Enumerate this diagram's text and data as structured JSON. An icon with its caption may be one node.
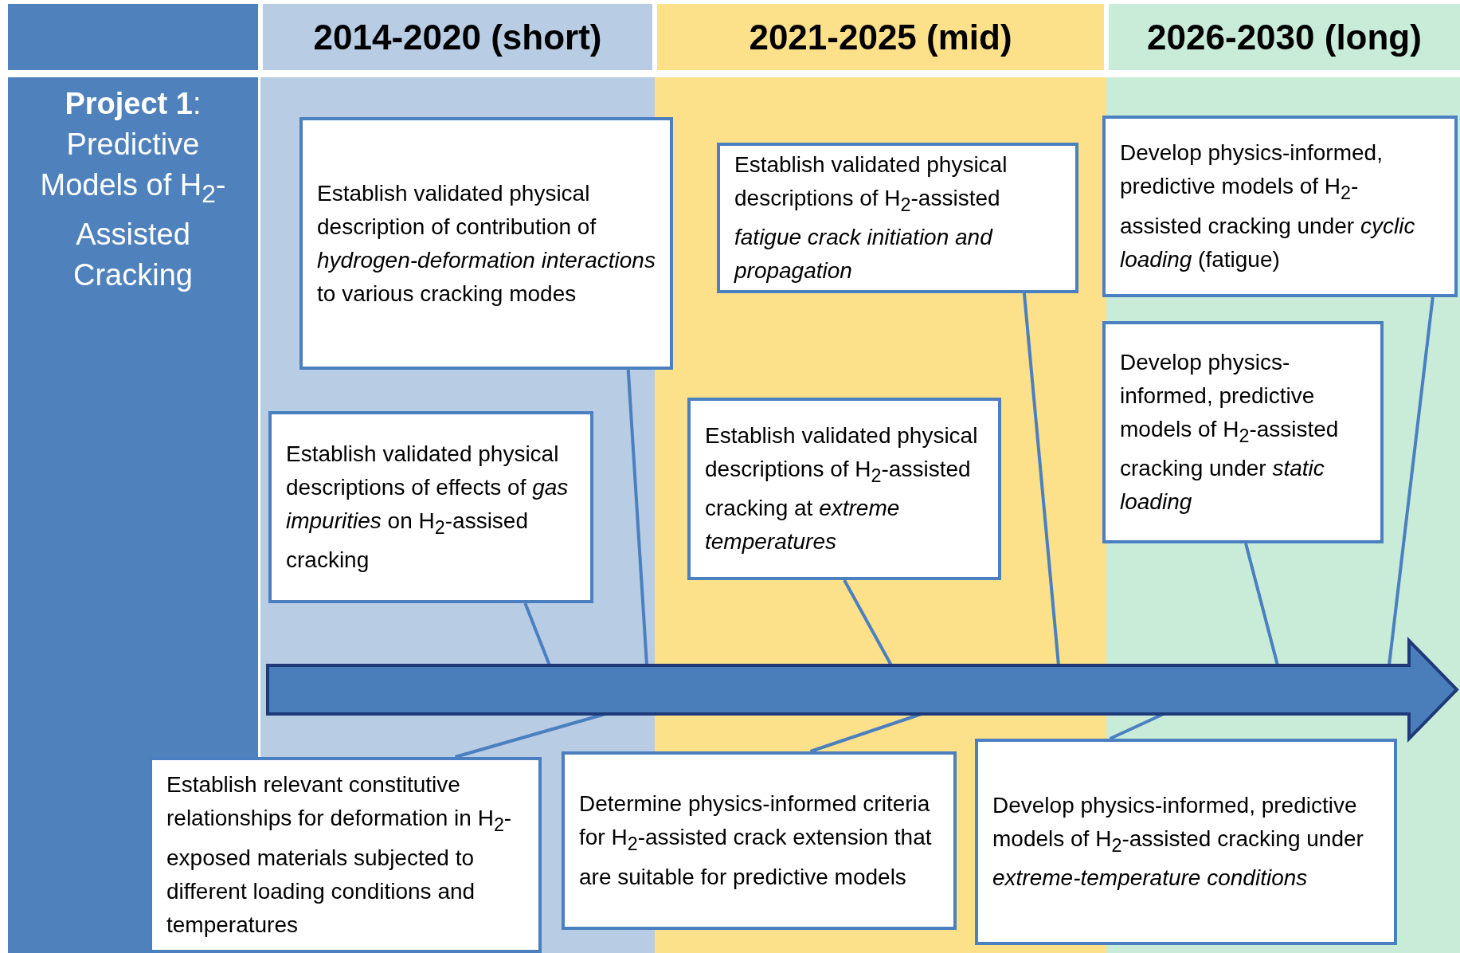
{
  "diagram": {
    "nodes": [
      {
        "text": [
          "2014-2020 (short)"
        ]
      },
      {
        "text": [
          "2021-2025 (mid)"
        ]
      },
      {
        "text": [
          "2026-2030 (long)"
        ]
      },
      {
        "text": [
          "**Project 1**: Predictive Models of H$_{2}$-Assisted Cracking"
        ]
      },
      {
        "text": [
          "Establish validated physical description of contribution of *hydrogen-deformation interactions* to various cracking modes"
        ]
      },
      {
        "text": [
          "Establish validated physical descriptions of H$_{2}$-assisted *fatigue crack initiation and propagation*"
        ]
      },
      {
        "text": [
          "Develop physics-informed, predictive models of H$_{2}$-assisted cracking under *cyclic loading* (fatigue)"
        ]
      },
      {
        "text": [
          "Establish validated physical descriptions of effects of *gas impurities* on H$_{2}$-assised cracking"
        ]
      },
      {
        "text": [
          "Establish validated physical descriptions of H$_{2}$-assisted cracking at *extreme temperatures*"
        ]
      },
      {
        "text": [
          "Develop physics-informed, predictive models of H$_{2}$-assisted cracking under *static loading*"
        ]
      },
      {
        "text": [],
        "shape": "arrow"
      },
      {
        "text": [
          "Establish relevant constitutive relationships for deformation in H$_{2}$-exposed materials subjected to different loading conditions and temperatures"
        ]
      },
      {
        "text": [
          "Determine physics-informed criteria for H$_{2}$-assisted crack extension that are suitable for predictive models"
        ]
      },
      {
        "text": [
          "Develop physics-informed, predictive models of H$_{2}$-assisted cracking under *extreme-temperature conditions*"
        ]
      }
    ],
    "edges": [
      {
        "from": 4,
        "to": 10,
        "arrow": "none"
      },
      {
        "from": 5,
        "to": 10,
        "arrow": "none"
      },
      {
        "from": 6,
        "to": 10,
        "arrow": "none"
      },
      {
        "from": 7,
        "to": 10,
        "arrow": "none"
      },
      {
        "from": 8,
        "to": 10,
        "arrow": "none"
      },
      {
        "from": 9,
        "to": 10,
        "arrow": "none"
      },
      {
        "from": 11,
        "to": 10,
        "arrow": "none"
      },
      {
        "from": 12,
        "to": 10,
        "arrow": "none"
      },
      {
        "from": 13,
        "to": 10,
        "arrow": "none"
      }
    ]
  }
}
